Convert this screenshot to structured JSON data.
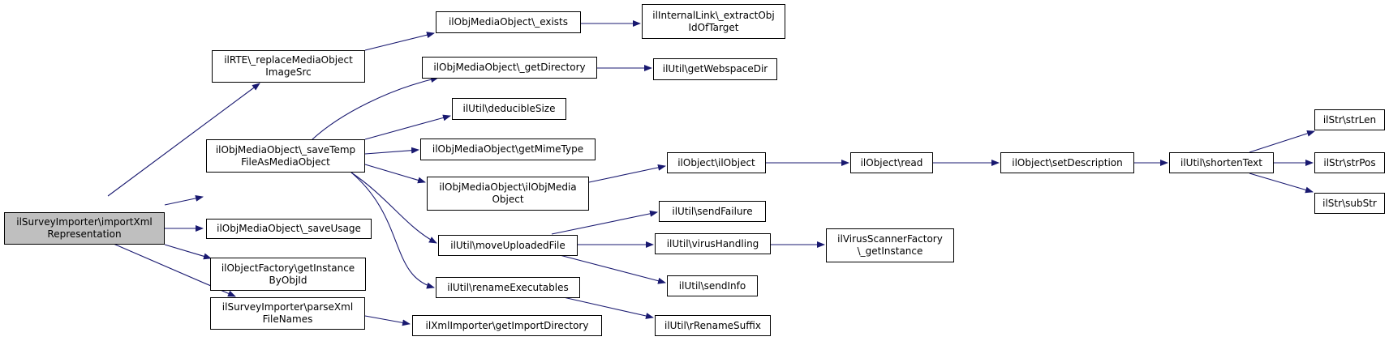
{
  "nodes": {
    "n0": {
      "line1": "ilSurveyImporter\\importXml",
      "line2": "Representation"
    },
    "n1": {
      "line1": "ilRTE\\_replaceMediaObject",
      "line2": "ImageSrc"
    },
    "n2": {
      "line1": "ilObjMediaObject\\_saveTemp",
      "line2": "FileAsMediaObject"
    },
    "n3": {
      "line1": "ilObjMediaObject\\_saveUsage",
      "line2": ""
    },
    "n4": {
      "line1": "ilObjectFactory\\getInstance",
      "line2": "ByObjId"
    },
    "n5": {
      "line1": "ilSurveyImporter\\parseXml",
      "line2": "FileNames"
    },
    "n6": {
      "line1": "ilObjMediaObject\\_exists",
      "line2": ""
    },
    "n7": {
      "line1": "ilInternalLink\\_extractObj",
      "line2": "IdOfTarget"
    },
    "n8": {
      "line1": "ilObjMediaObject\\_getDirectory",
      "line2": ""
    },
    "n9": {
      "line1": "ilUtil\\getWebspaceDir",
      "line2": ""
    },
    "n10": {
      "line1": "ilUtil\\deducibleSize",
      "line2": ""
    },
    "n11": {
      "line1": "ilObjMediaObject\\getMimeType",
      "line2": ""
    },
    "n12": {
      "line1": "ilObjMediaObject\\ilObjMedia",
      "line2": "Object"
    },
    "n13": {
      "line1": "ilUtil\\moveUploadedFile",
      "line2": ""
    },
    "n14": {
      "line1": "ilUtil\\renameExecutables",
      "line2": ""
    },
    "n15": {
      "line1": "ilXmlImporter\\getImportDirectory",
      "line2": ""
    },
    "n16": {
      "line1": "ilObject\\ilObject",
      "line2": ""
    },
    "n17": {
      "line1": "ilObject\\read",
      "line2": ""
    },
    "n18": {
      "line1": "ilObject\\setDescription",
      "line2": ""
    },
    "n19": {
      "line1": "ilUtil\\shortenText",
      "line2": ""
    },
    "n20": {
      "line1": "ilStr\\strLen",
      "line2": ""
    },
    "n21": {
      "line1": "ilStr\\strPos",
      "line2": ""
    },
    "n22": {
      "line1": "ilStr\\subStr",
      "line2": ""
    },
    "n23": {
      "line1": "ilUtil\\sendFailure",
      "line2": ""
    },
    "n24": {
      "line1": "ilUtil\\virusHandling",
      "line2": ""
    },
    "n25": {
      "line1": "ilVirusScannerFactory",
      "line2": "\\_getInstance"
    },
    "n26": {
      "line1": "ilUtil\\sendInfo",
      "line2": ""
    },
    "n27": {
      "line1": "ilUtil\\rRenameSuffix",
      "line2": ""
    }
  },
  "edge_color": "#191970",
  "root_fill": "#bfbfbf"
}
